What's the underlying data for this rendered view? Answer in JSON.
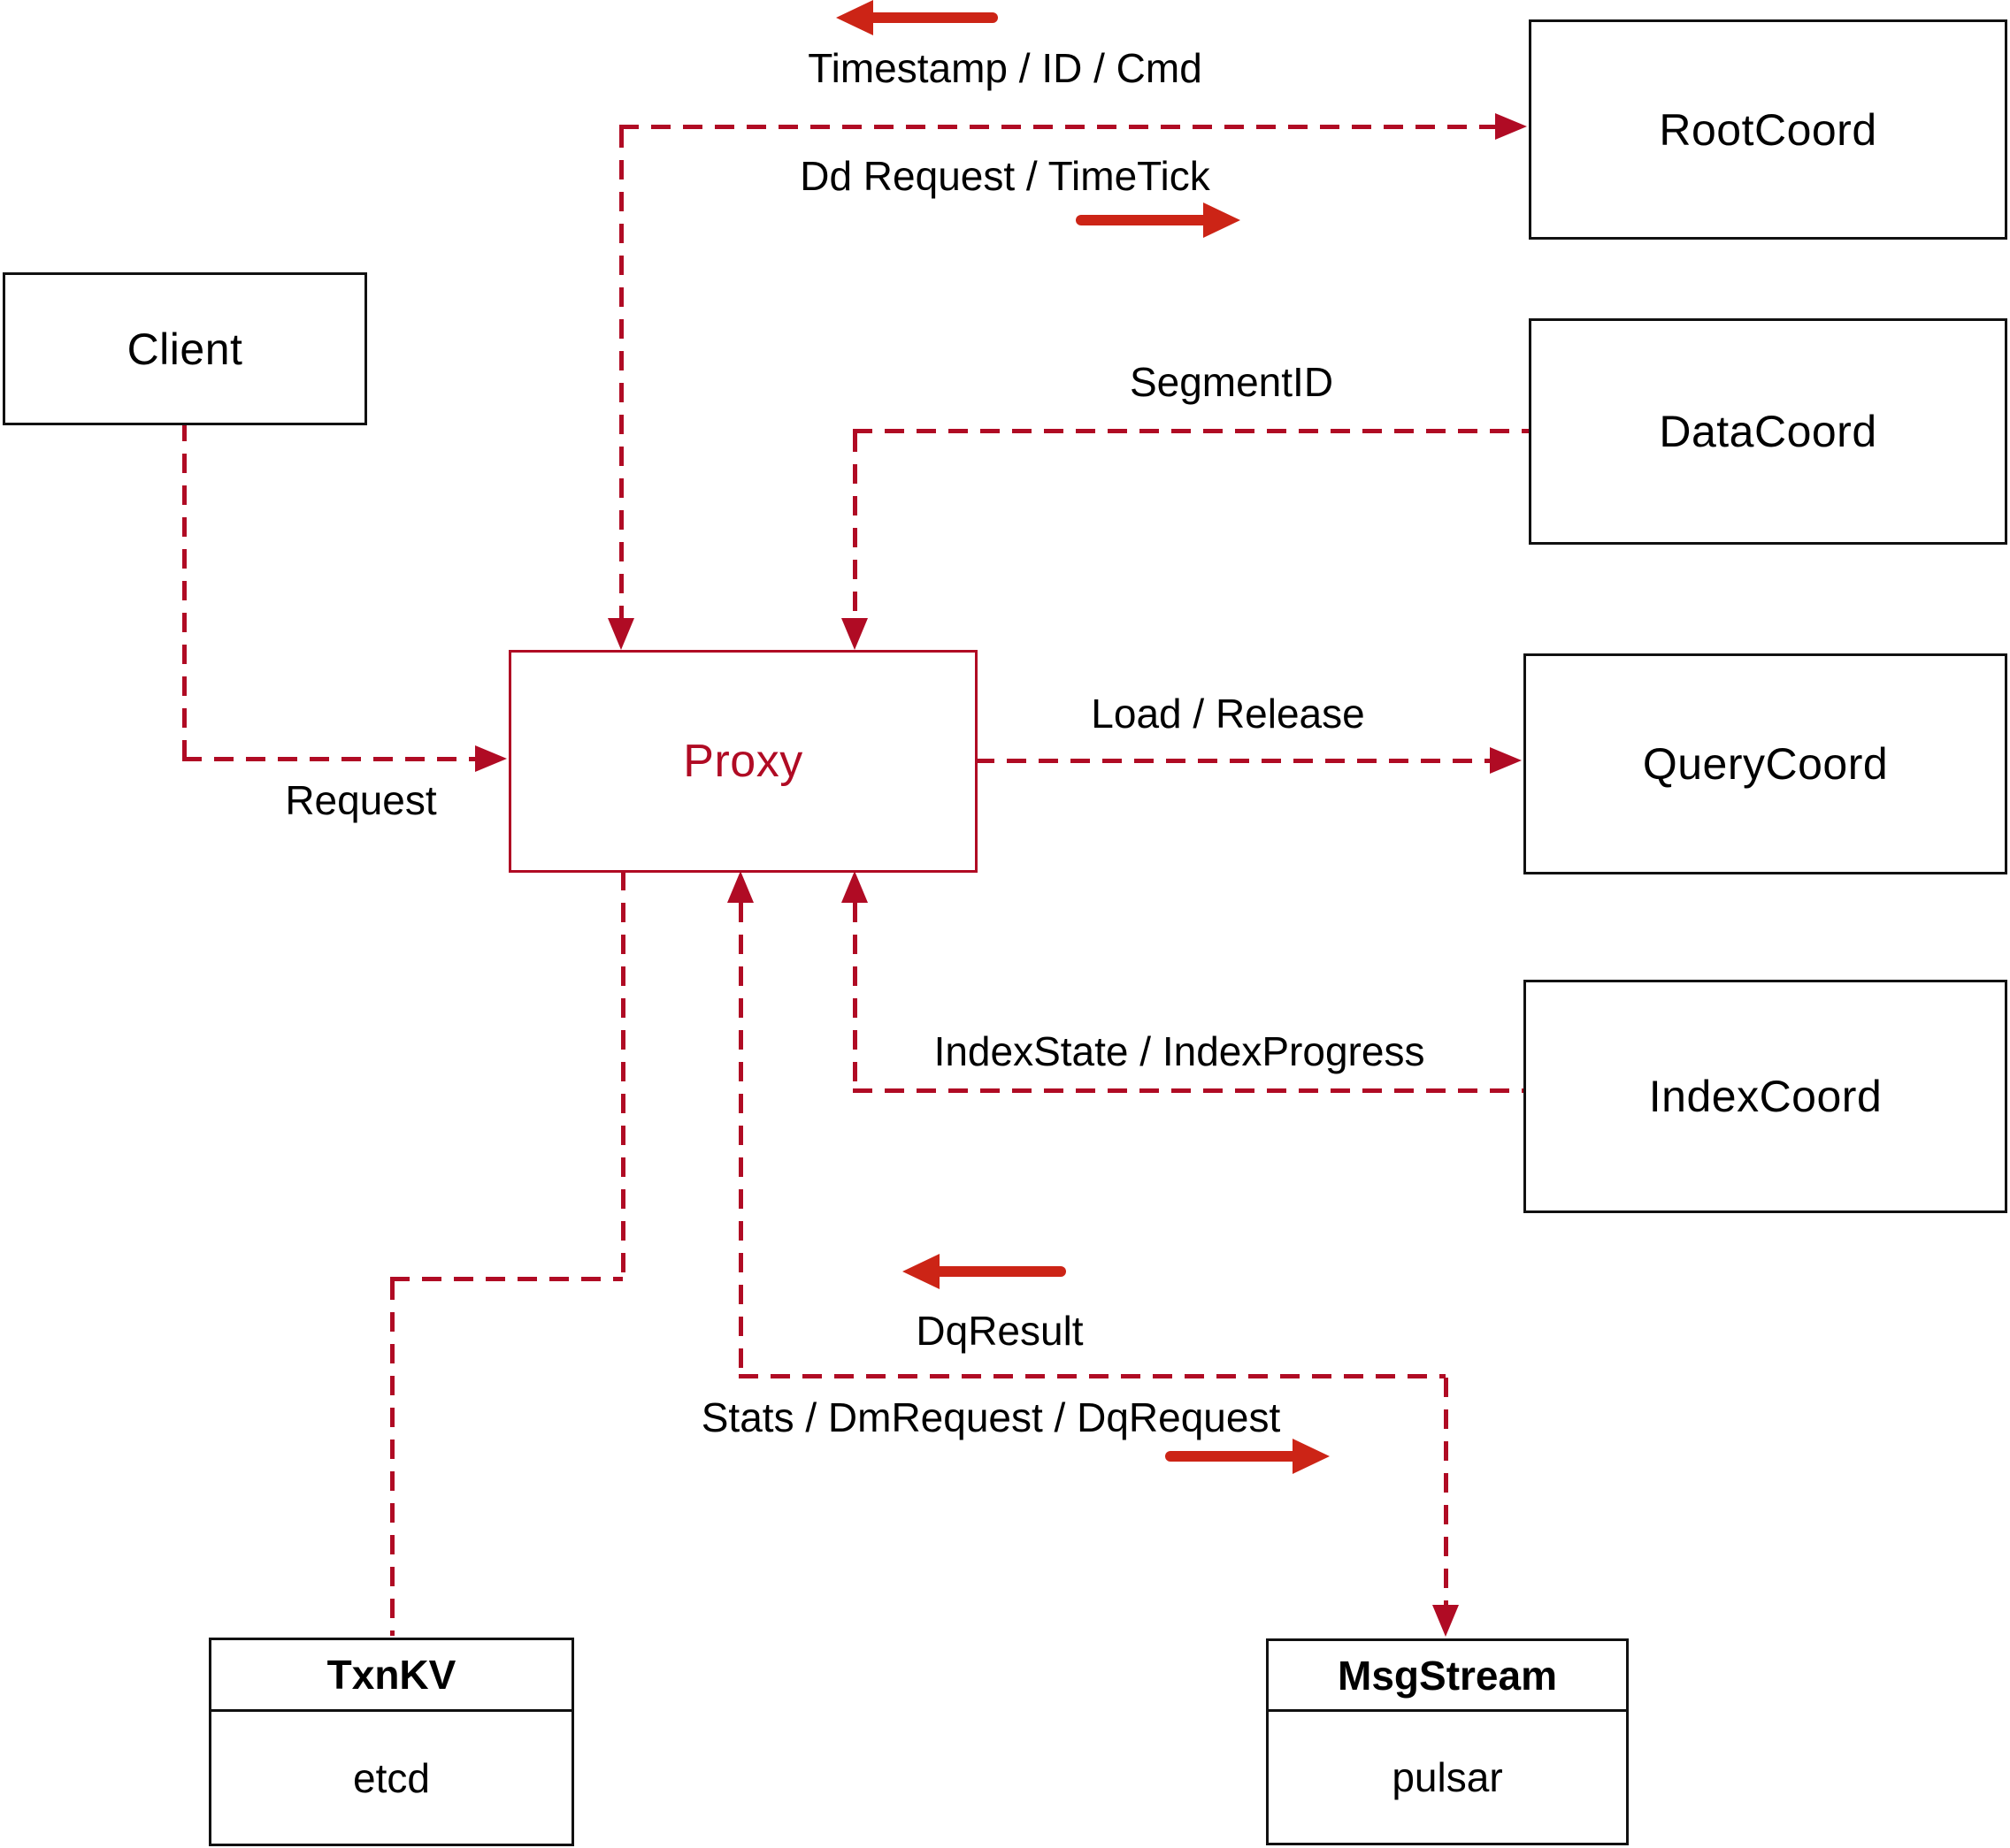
{
  "diagram": {
    "colors": {
      "dashed_line": "#b00b24",
      "decor_arrow": "#cc2416",
      "box_border": "#111111",
      "proxy_accent": "#b00b24"
    },
    "nodes": {
      "client": {
        "label": "Client"
      },
      "proxy": {
        "label": "Proxy"
      },
      "root_coord": {
        "label": "RootCoord"
      },
      "data_coord": {
        "label": "DataCoord"
      },
      "query_coord": {
        "label": "QueryCoord"
      },
      "index_coord": {
        "label": "IndexCoord"
      },
      "txn_kv": {
        "title": "TxnKV",
        "impl": "etcd"
      },
      "msg_stream": {
        "title": "MsgStream",
        "impl": "pulsar"
      }
    },
    "edge_labels": {
      "timestamp_id_cmd": "Timestamp / ID / Cmd",
      "dd_request_timetick": "Dd Request / TimeTick",
      "segment_id": "SegmentID",
      "load_release": "Load / Release",
      "request": "Request",
      "index_state": "IndexState / IndexProgress",
      "dq_result": "DqResult",
      "stats_dm_dq": "Stats / DmRequest / DqRequest"
    }
  }
}
